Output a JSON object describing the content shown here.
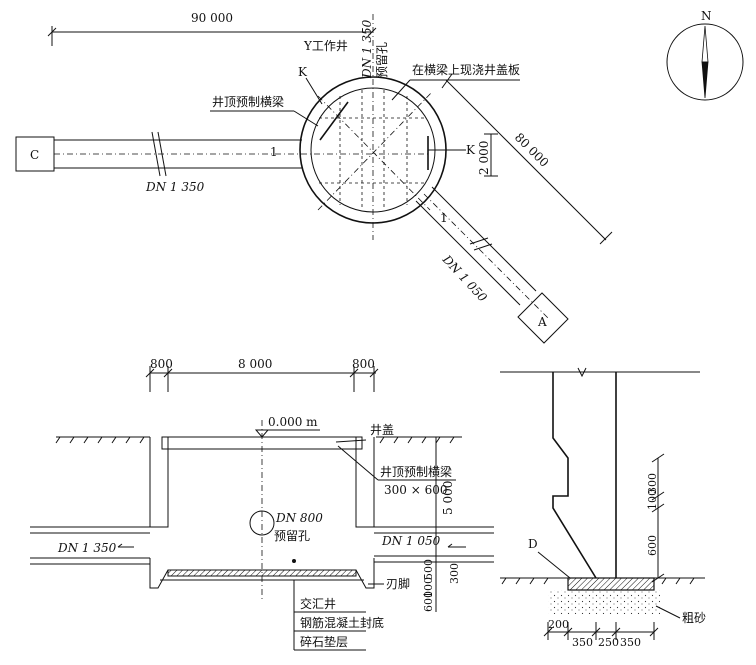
{
  "plan": {
    "dim_top": "90 000",
    "work_shaft": "Y工作井",
    "reserved_hole_dn": "DN 1 350",
    "reserved_hole": "预留孔",
    "cast_cover": "在横梁上现浇井盖板",
    "k_left": "K",
    "k_right": "K",
    "precast_beam": "井顶预制横梁",
    "dim_diag": "80 000",
    "dim_small": "2 000",
    "box_c": "C",
    "box_a": "A",
    "pipe_left_dn": "DN 1 350",
    "pipe_diag_dn": "DN 1 050",
    "mark_1a": "1",
    "mark_1b": "1",
    "north": "N"
  },
  "section": {
    "dim_800_left": "800",
    "dim_8000": "8 000",
    "dim_800_right": "800",
    "elev": "0.000 m",
    "cover": "井盖",
    "beam": "井顶预制横梁",
    "beam_size": "300 × 600",
    "dim_5000": "5 000",
    "hole_dn": "DN 800",
    "hole": "预留孔",
    "pipe_left": "DN 1 350",
    "pipe_right": "DN 1 050",
    "dim_500": "500",
    "dim_100": "100",
    "dim_300": "300",
    "dim_600": "600",
    "foot": "刃脚",
    "note1": "交汇井",
    "note2": "钢筋混凝土封底",
    "note3": "碎石垫层"
  },
  "detail": {
    "label_d": "D",
    "dim_300": "300",
    "dim_100": "100",
    "dim_600": "600",
    "dim_200": "200",
    "dim_350a": "350",
    "dim_250": "250",
    "dim_350b": "350",
    "sand": "粗砂"
  }
}
